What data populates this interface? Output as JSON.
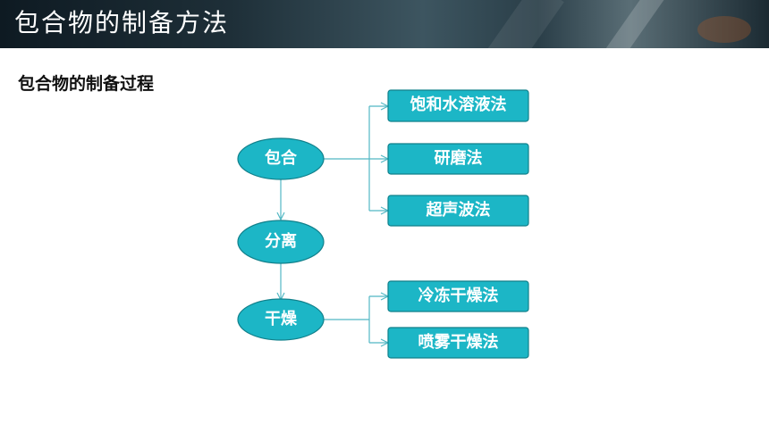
{
  "header": {
    "title": "包合物的制备方法"
  },
  "section": {
    "title": "包合物的制备过程"
  },
  "diagram": {
    "colors": {
      "fill": "#1cb6c6",
      "stroke": "#11808b",
      "line": "#52b8c4"
    },
    "steps": [
      {
        "label": "包合"
      },
      {
        "label": "分离"
      },
      {
        "label": "干燥"
      }
    ],
    "methods": [
      {
        "label": "饱和水溶液法"
      },
      {
        "label": "研磨法"
      },
      {
        "label": "超声波法"
      },
      {
        "label": "冷冻干燥法"
      },
      {
        "label": "喷雾干燥法"
      }
    ]
  }
}
